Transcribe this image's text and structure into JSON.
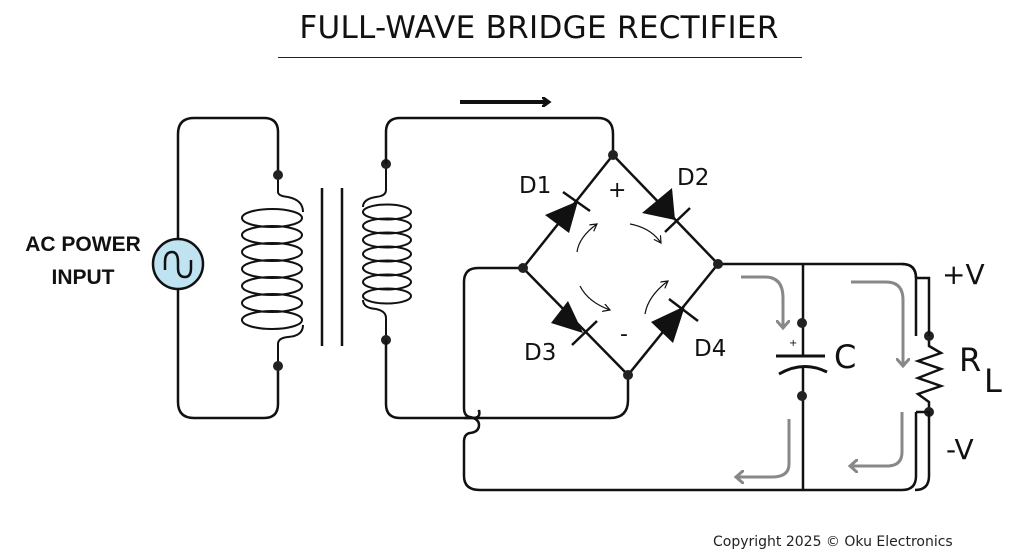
{
  "title": "FULL-WAVE BRIDGE RECTIFIER",
  "source": {
    "label_line1": "AC POWER",
    "label_line2": "INPUT",
    "icon": "ac-sine-icon",
    "fill_color": "#bfe3f0"
  },
  "transformer": {
    "primary_icon": "coil-icon",
    "secondary_icon": "coil-icon",
    "core_icon": "iron-core-icon"
  },
  "bridge": {
    "diodes": [
      {
        "id": "D1",
        "label": "D1"
      },
      {
        "id": "D2",
        "label": "D2"
      },
      {
        "id": "D3",
        "label": "D3"
      },
      {
        "id": "D4",
        "label": "D4"
      }
    ],
    "plus_label": "+",
    "minus_label": "-"
  },
  "filter": {
    "capacitor_label": "C",
    "capacitor_polarity": "+"
  },
  "load": {
    "resistor_label": "R",
    "resistor_subscript": "L",
    "positive_label": "+V",
    "negative_label": "-V"
  },
  "colors": {
    "wire": "#111111",
    "flow_arrow": "#888888",
    "ac_fill": "#bfe3f0"
  },
  "footer": {
    "copyright": "Copyright 2025 © Oku Electronics"
  }
}
